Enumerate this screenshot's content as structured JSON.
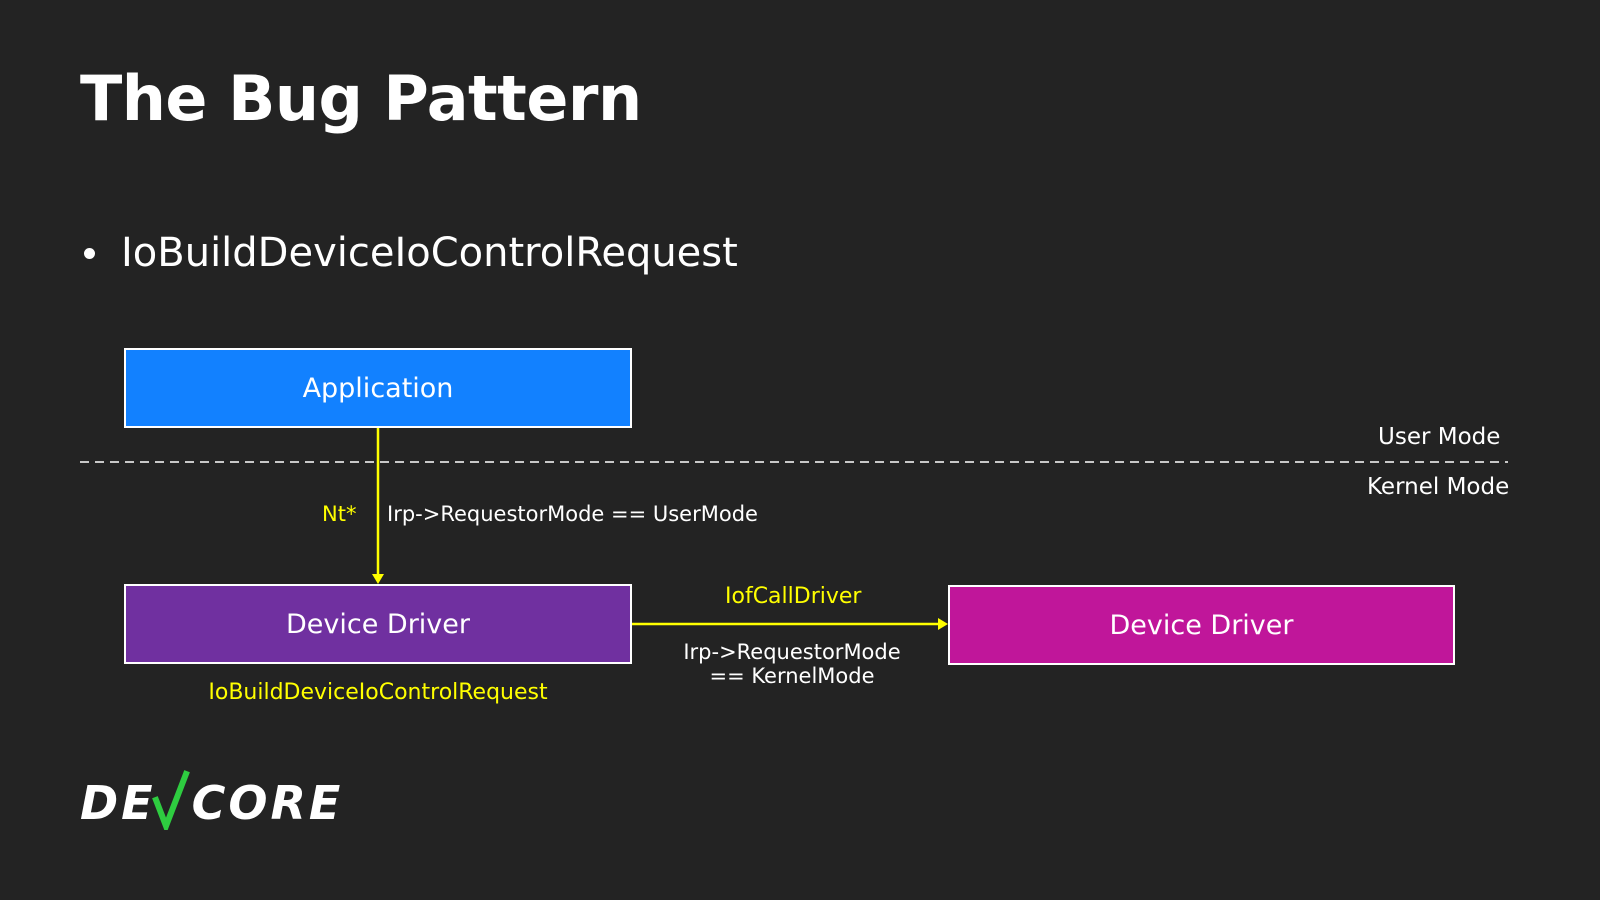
{
  "slide": {
    "title": "The Bug Pattern",
    "bullet": "IoBuildDeviceIoControlRequest"
  },
  "diagram": {
    "boxes": {
      "application": {
        "label": "Application",
        "fill": "#1281ff"
      },
      "device_driver_caller": {
        "label": "Device Driver",
        "fill": "#7030a0"
      },
      "device_driver_target": {
        "label": "Device Driver",
        "fill": "#c0169a"
      }
    },
    "modes": {
      "user": "User Mode",
      "kernel": "Kernel Mode"
    },
    "edges": {
      "app_to_driver": {
        "label": "Nt*",
        "condition": "Irp->RequestorMode == UserMode"
      },
      "driver_to_driver": {
        "label": "IofCallDriver",
        "condition_line1": "Irp->RequestorMode",
        "condition_line2": "== KernelMode"
      }
    },
    "caller_annotation": "IoBuildDeviceIoControlRequest",
    "colors": {
      "arrow": "#ffff00",
      "highlight_text": "#ffff00",
      "boundary_line": "#ffffff"
    }
  },
  "logo": {
    "text_left": "DE",
    "text_right": "CORE",
    "check_color": "#2ecc40",
    "check_icon": "checkmark-icon"
  }
}
